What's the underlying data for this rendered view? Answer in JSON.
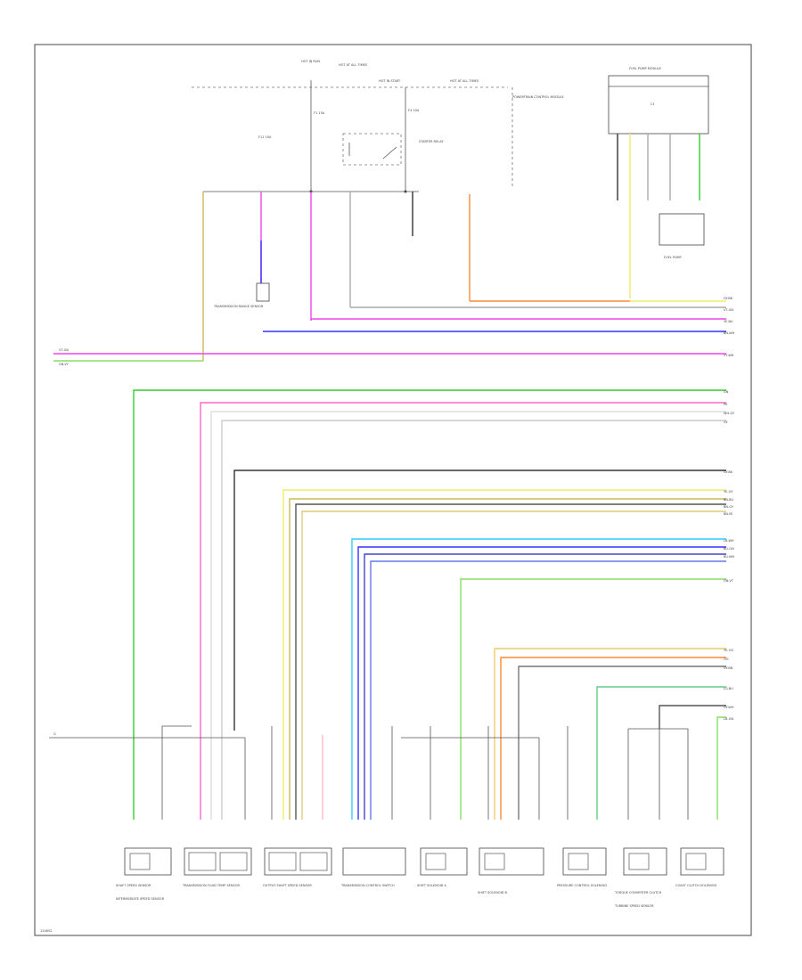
{
  "colors": {
    "frame": "#444444",
    "wire_green": "#33cc33",
    "wire_pink": "#ff66cc",
    "wire_magenta": "#ee44ee",
    "wire_blue": "#3333ff",
    "wire_orange": "#ff8833",
    "wire_yellow": "#eeee66",
    "wire_cyan": "#33ccff",
    "wire_lightgreen": "#88dd66",
    "wire_tan": "#ccbb55",
    "wire_grey": "#aaaaaa",
    "wire_black": "#333333"
  },
  "top_labels": [
    "HOT IN RUN",
    "HOT AT ALL TIMES",
    "HOT IN START",
    "HOT AT ALL TIMES"
  ],
  "fuse_labels": [
    "F11 10A",
    "F1 15A",
    "F4 10A"
  ],
  "components": {
    "starter_relay": "STARTER RELAY",
    "ground_note": "G",
    "pcm_note": "POWERTRAIN CONTROL MODULE",
    "fuel_module": "FUEL PUMP MODULE",
    "connector": "C1",
    "fuel_pump_label": "FUEL PUMP",
    "transmission_range": "TRANSMISSION RANGE SENSOR"
  },
  "right_wire_labels": [
    "GY-BK",
    "VT-GN",
    "YE-BU",
    "BN-WH",
    "VT-WH",
    "GN",
    "PK",
    "WH-GY",
    "GY",
    "GY-BK",
    "YE-GY",
    "BN-BU",
    "BN-GY",
    "BN-YE",
    "LB-WH",
    "BU-GN",
    "BU-WH",
    "GN-VT",
    "YE-OG",
    "OG",
    "GY-BN",
    "LG-BU",
    "GY-WH",
    "LB-GN"
  ],
  "left_wire_labels": [
    "VT-GN",
    "GN-VT"
  ],
  "bottom_components": [
    "SHAFT SPEED SENSOR",
    "TRANSMISSION FLUID TEMP SENSOR",
    "OUTPUT SHAFT SPEED SENSOR",
    "TRANSMISSION CONTROL SWITCH",
    "SHIFT SOLENOID A",
    "SHIFT SOLENOID B",
    "PRESSURE CONTROL SOLENOID",
    "TORQUE CONVERTER CLUTCH",
    "COAST CLUTCH SOLENOID",
    "INTERMEDIATE SPEED SENSOR",
    "TURBINE SPEED SENSOR"
  ],
  "page_id": "124852"
}
